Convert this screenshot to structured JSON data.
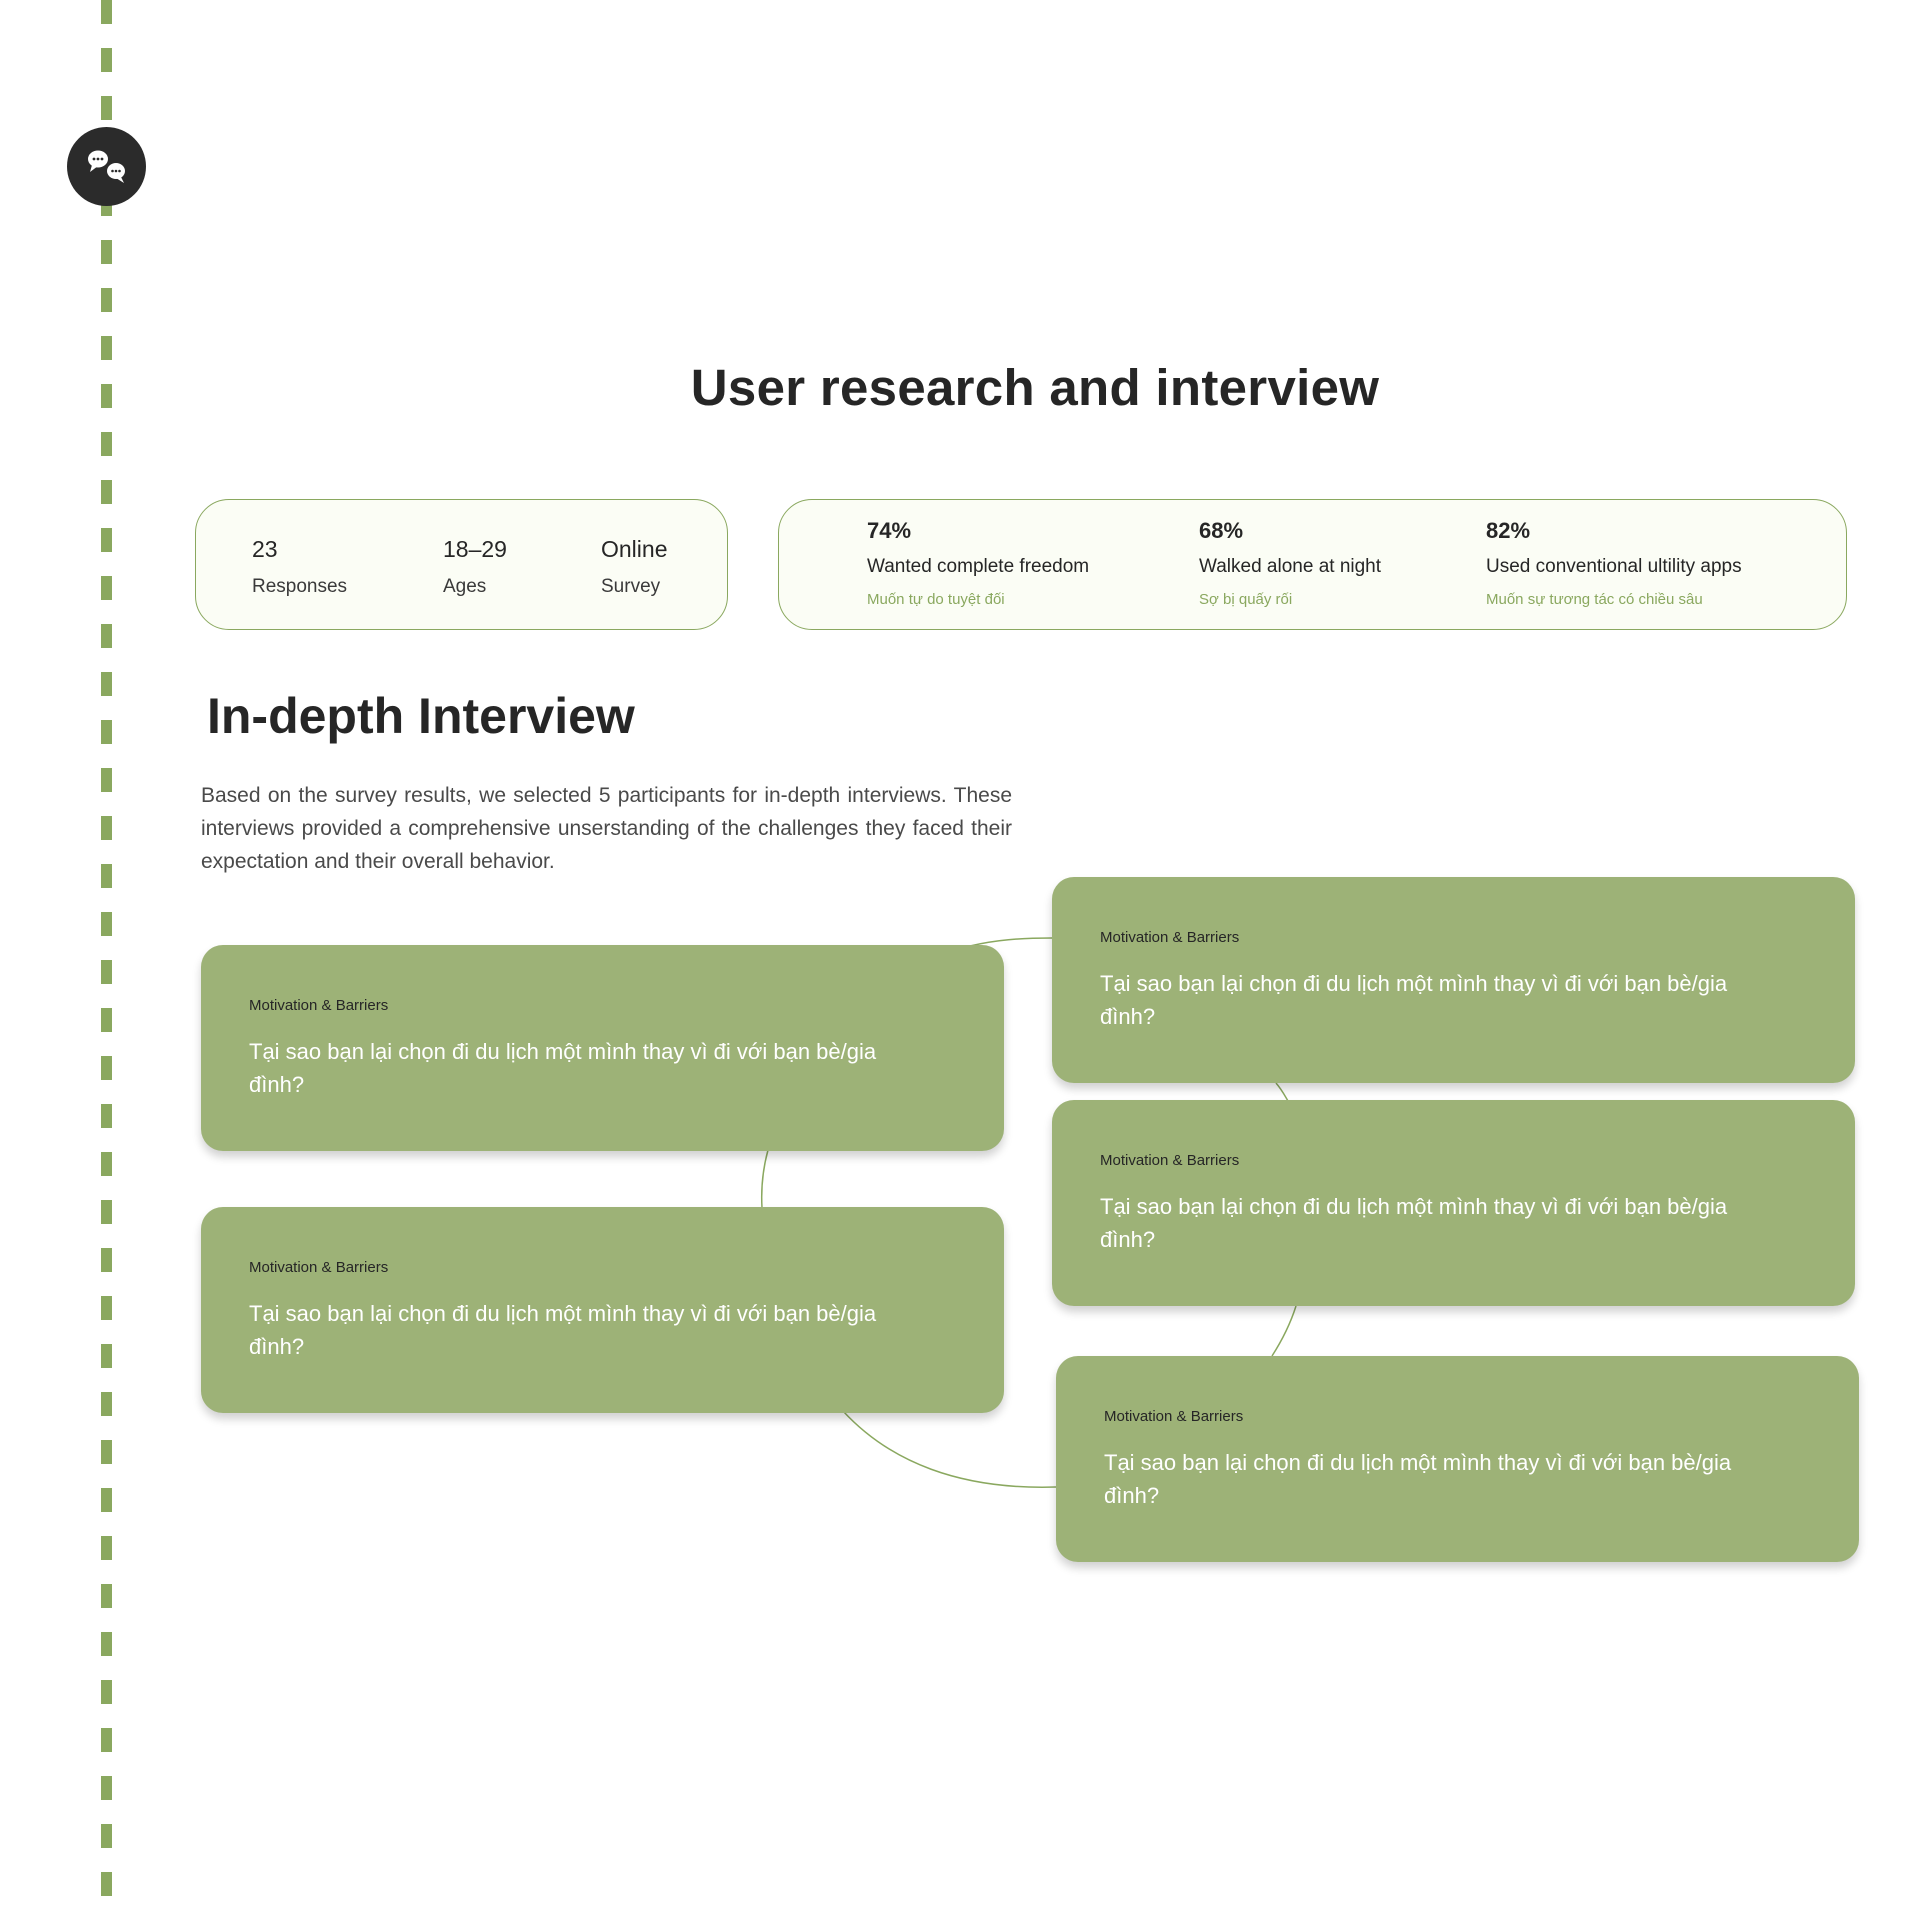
{
  "page": {
    "title": "User research and interview"
  },
  "icons": {
    "timeline": "dashed-timeline",
    "chat": "chat-bubbles-icon"
  },
  "colors": {
    "accent": "#8aa85f",
    "card_green": "#9db277",
    "dark": "#262626"
  },
  "survey": {
    "stats": [
      {
        "value": "23",
        "label": "Responses"
      },
      {
        "value": "18–29",
        "label": "Ages"
      },
      {
        "value": "Online",
        "label": "Survey"
      }
    ]
  },
  "findings": [
    {
      "percent": "74%",
      "text": "Wanted complete freedom",
      "sub": "Muốn tự do tuyệt đối"
    },
    {
      "percent": "68%",
      "text": "Walked alone at night",
      "sub": "Sợ bị quấy rối"
    },
    {
      "percent": "82%",
      "text": "Used conventional ultility apps",
      "sub": "Muốn sự tương tác có chiều sâu"
    }
  ],
  "interview": {
    "title": "In-depth Interview",
    "description": "Based on the survey results, we selected 5 participants for in-depth interviews. These interviews provided a comprehensive unserstanding of the challenges they faced their expectation and their overall behavior.",
    "questions": [
      {
        "category": "Motivation & Barriers",
        "text": "Tại sao bạn lại chọn đi du lịch một mình thay vì đi với bạn bè/gia đình?"
      },
      {
        "category": "Motivation & Barriers",
        "text": "Tại sao bạn lại chọn đi du lịch một mình thay vì đi với bạn bè/gia đình?"
      },
      {
        "category": "Motivation & Barriers",
        "text": "Tại sao bạn lại chọn đi du lịch một mình thay vì đi với bạn bè/gia đình?"
      },
      {
        "category": "Motivation & Barriers",
        "text": "Tại sao bạn lại chọn đi du lịch một mình thay vì đi với bạn bè/gia đình?"
      },
      {
        "category": "Motivation & Barriers",
        "text": "Tại sao bạn lại chọn đi du lịch một mình thay vì đi với bạn bè/gia đình?"
      }
    ]
  }
}
